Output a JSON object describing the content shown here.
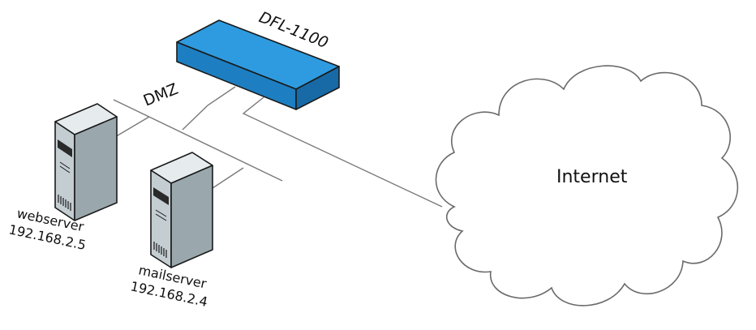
{
  "devices": {
    "firewall": {
      "label": "DFL-1100",
      "color": "#2e9be0"
    },
    "dmz": {
      "label": "DMZ"
    },
    "webserver": {
      "name": "webserver",
      "ip": "192.168.2.5"
    },
    "mailserver": {
      "name": "mailserver",
      "ip": "192.168.2.4"
    },
    "internet": {
      "label": "Internet"
    }
  },
  "colors": {
    "server_front": "#c3cdd2",
    "server_side": "#9aa8ae",
    "server_top": "#e6ecee",
    "wire": "#7a7a7a",
    "outline": "#1a1a1a"
  }
}
